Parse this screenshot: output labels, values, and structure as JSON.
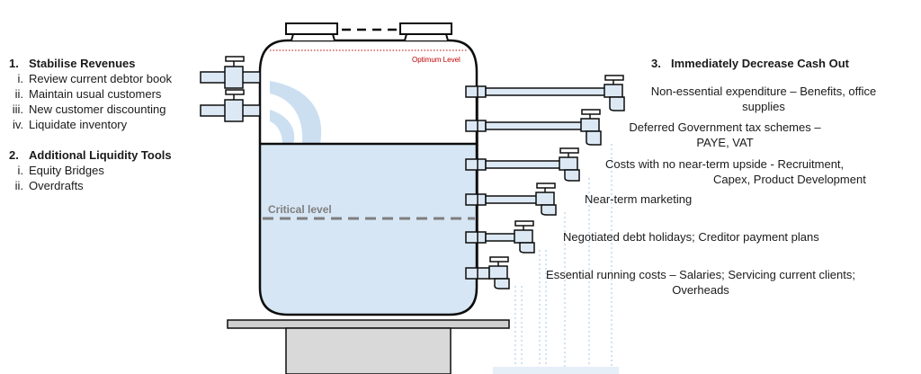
{
  "left": {
    "section1": {
      "number": "1.",
      "title": "Stabilise Revenues",
      "items": [
        {
          "roman": "i.",
          "text": "Review current debtor book"
        },
        {
          "roman": "ii.",
          "text": "Maintain usual customers"
        },
        {
          "roman": "iii.",
          "text": "New customer discounting"
        },
        {
          "roman": "iv.",
          "text": "Liquidate inventory"
        }
      ]
    },
    "section2": {
      "number": "2.",
      "title": "Additional Liquidity Tools",
      "items": [
        {
          "roman": "i.",
          "text": "Equity Bridges"
        },
        {
          "roman": "ii.",
          "text": "Overdrafts"
        }
      ]
    }
  },
  "right": {
    "section3": {
      "number": "3.",
      "title": "Immediately Decrease Cash Out"
    },
    "items": [
      {
        "line1": "Non-essential expenditure – Benefits, office",
        "line2": "supplies"
      },
      {
        "line1": "Deferred Government tax schemes –",
        "line2": "PAYE, VAT"
      },
      {
        "line1": "Costs with no near-term upside - Recruitment,",
        "line2": "Capex, Product Development"
      },
      {
        "line1": "Near-term marketing",
        "line2": ""
      },
      {
        "line1": "Negotiated debt holidays; Creditor payment plans",
        "line2": ""
      },
      {
        "line1": "Essential running costs – Salaries; Servicing current clients;",
        "line2": "Overheads"
      }
    ]
  },
  "tank": {
    "optimum_label": "Optimum Level",
    "critical_label": "Critical level",
    "colors": {
      "water": "#d6e6f4",
      "stream": "#c3d9ee",
      "outline": "#0d0d0d",
      "optimum": "#c00000",
      "critical": "#7f7f7f",
      "stand": "#d9d9d9",
      "shelf": "#d0d0d0",
      "pipe": "#dce9f5"
    }
  }
}
